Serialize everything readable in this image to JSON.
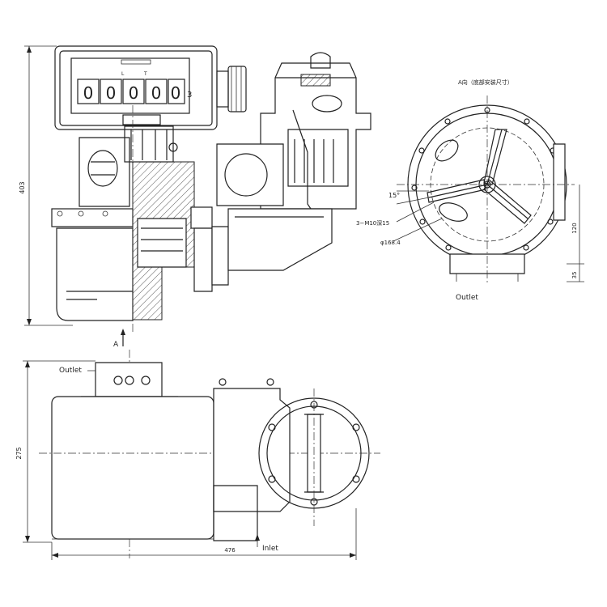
{
  "counter": {
    "digits": [
      "0",
      "0",
      "0",
      "0",
      "0"
    ],
    "marks": [
      "L",
      "T"
    ],
    "suffix": "3"
  },
  "side_view": {
    "dim_height": "403",
    "arrow_label": "A"
  },
  "a_view": {
    "title": "A向（底部安装尺寸）",
    "angle_label": "15°",
    "bolt_label": "3−M10深15",
    "diameter_label": "φ168.4",
    "dim_120": "120",
    "dim_35": "35",
    "outlet_label": "Outlet"
  },
  "top_view": {
    "outlet_label": "Outlet",
    "inlet_label": "Inlet",
    "dim_height": "275",
    "dim_width": "476"
  }
}
